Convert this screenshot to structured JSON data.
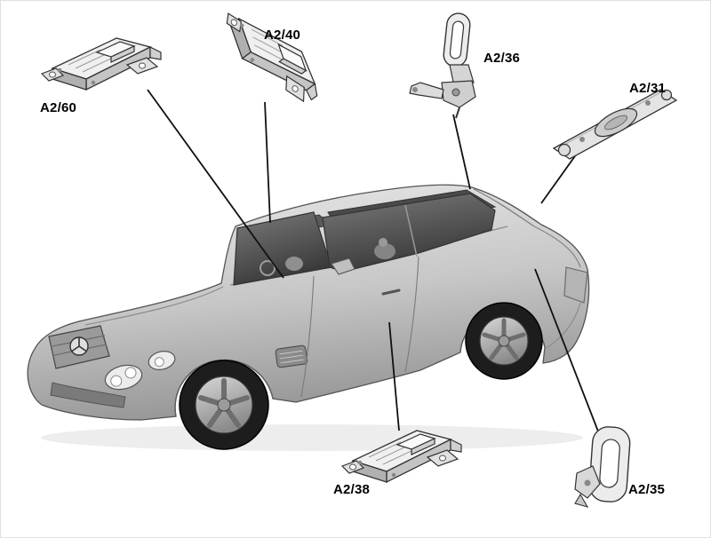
{
  "diagram": {
    "kind": "vehicle-component-location-diagram",
    "components": [
      {
        "id": "a2-60",
        "label": "A2/60"
      },
      {
        "id": "a2-40",
        "label": "A2/40"
      },
      {
        "id": "a2-36",
        "label": "A2/36"
      },
      {
        "id": "a2-31",
        "label": "A2/31"
      },
      {
        "id": "a2-38",
        "label": "A2/38"
      },
      {
        "id": "a2-35",
        "label": "A2/35"
      }
    ],
    "colors": {
      "background": "#ffffff",
      "leader_line": "#111111",
      "body_light": "#e2e2e2",
      "body_dark": "#9e9e9e",
      "glass_dark": "#3d3d3d",
      "label_text": "#000000"
    }
  }
}
